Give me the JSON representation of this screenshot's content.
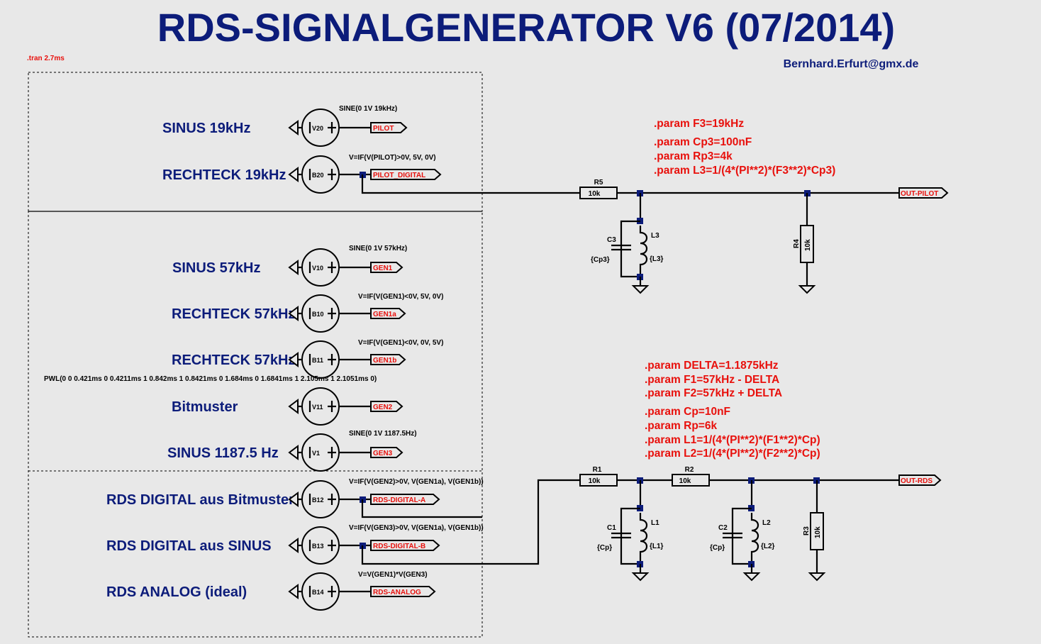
{
  "title": "RDS-SIGNALGENERATOR V6 (07/2014)",
  "author_email": "Bernhard.Erfurt@gmx.de",
  "tran_directive": ".tran 2.7ms",
  "sources": [
    {
      "label": "SINUS 19kHz",
      "ref": "V20",
      "expr": "SINE(0 1V 19kHz)",
      "net": "PILOT"
    },
    {
      "label": "RECHTECK 19kHz",
      "ref": "B20",
      "expr": "V=IF(V(PILOT)>0V, 5V, 0V)",
      "net": "PILOT_DIGITAL"
    },
    {
      "label": "SINUS 57kHz",
      "ref": "V10",
      "expr": "SINE(0 1V 57kHz)",
      "net": "GEN1"
    },
    {
      "label": "RECHTECK 57kHz",
      "ref": "B10",
      "expr": "V=IF(V(GEN1)<0V, 5V, 0V)",
      "net": "GEN1a"
    },
    {
      "label": "RECHTECK 57kHz",
      "ref": "B11",
      "expr": "V=IF(V(GEN1)<0V, 0V, 5V)",
      "net": "GEN1b"
    },
    {
      "label": "Bitmuster",
      "ref": "V11",
      "expr": "PWL(0 0 0.421ms 0 0.4211ms 1 0.842ms 1 0.8421ms 0 1.684ms 0 1.6841ms 1 2.105ms 1 2.1051ms 0)",
      "net": "GEN2"
    },
    {
      "label": "SINUS 1187.5 Hz",
      "ref": "V1",
      "expr": "SINE(0 1V 1187.5Hz)",
      "net": "GEN3"
    },
    {
      "label": "RDS DIGITAL aus Bitmuster",
      "ref": "B12",
      "expr": "V=IF(V(GEN2)>0V, V(GEN1a), V(GEN1b))",
      "net": "RDS-DIGITAL-A"
    },
    {
      "label": "RDS DIGITAL aus SINUS",
      "ref": "B13",
      "expr": "V=IF(V(GEN3)>0V, V(GEN1a), V(GEN1b))",
      "net": "RDS-DIGITAL-B"
    },
    {
      "label": "RDS ANALOG (ideal)",
      "ref": "B14",
      "expr": "V=V(GEN1)*V(GEN3)",
      "net": "RDS-ANALOG"
    }
  ],
  "params_pilot": [
    ".param F3=19kHz",
    ".param Cp3=100nF",
    ".param Rp3=4k",
    ".param L3=1/(4*(PI**2)*(F3**2)*Cp3)"
  ],
  "params_rds": [
    ".param DELTA=1.1875kHz",
    ".param F1=57kHz - DELTA",
    ".param F2=57kHz + DELTA",
    ".param Cp=10nF",
    ".param Rp=6k",
    ".param L1=1/(4*(PI**2)*(F1**2)*Cp)",
    ".param L2=1/(4*(PI**2)*(F2**2)*Cp)"
  ],
  "components": {
    "R5": {
      "ref": "R5",
      "value": "10k"
    },
    "R4": {
      "ref": "R4",
      "value": "10k"
    },
    "C3": {
      "ref": "C3",
      "value": "{Cp3}"
    },
    "L3": {
      "ref": "L3",
      "value": "{L3}"
    },
    "R1": {
      "ref": "R1",
      "value": "10k"
    },
    "R2": {
      "ref": "R2",
      "value": "10k"
    },
    "R3": {
      "ref": "R3",
      "value": "10k"
    },
    "C1": {
      "ref": "C1",
      "value": "{Cp}"
    },
    "L1": {
      "ref": "L1",
      "value": "{L1}"
    },
    "C2": {
      "ref": "C2",
      "value": "{Cp}"
    },
    "L2": {
      "ref": "L2",
      "value": "{L2}"
    }
  },
  "outputs": {
    "pilot": "OUT-PILOT",
    "rds": "OUT-RDS"
  },
  "colors": {
    "title": "#0c1c7a",
    "param": "#e8100c",
    "background": "#e8e8e8"
  }
}
